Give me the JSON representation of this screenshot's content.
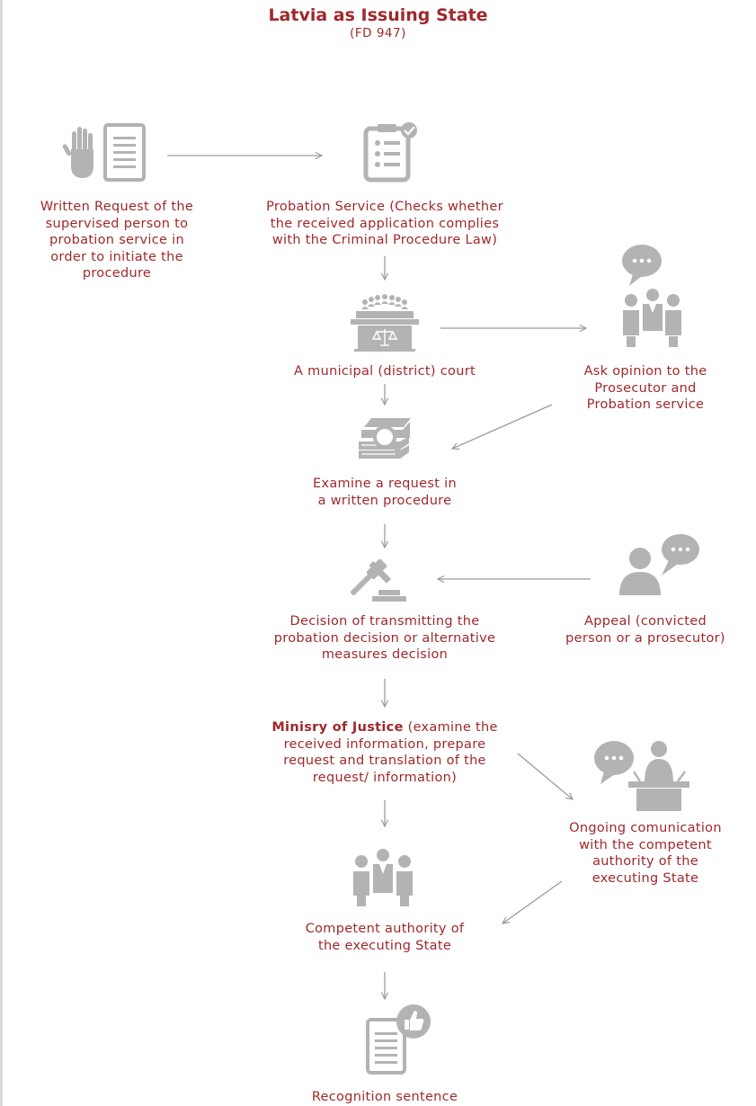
{
  "header": {
    "title": "Latvia as Issuing State",
    "subtitle": "(FD 947)"
  },
  "nodes": {
    "written_request": [
      "Written Request of the",
      "supervised person to",
      "probation service in",
      "order to initiate the",
      "procedure"
    ],
    "probation_service": [
      "Probation Service (Checks whether",
      "the received application complies",
      "with the Criminal Procedure Law)"
    ],
    "municipal_court": [
      "A municipal (district) court"
    ],
    "ask_opinion": [
      "Ask opinion to the",
      "Prosecutor and",
      "Probation service"
    ],
    "examine_request": [
      "Examine a request in",
      "a written procedure"
    ],
    "decision": [
      "Decision of transmitting the",
      "probation decision or alternative",
      "measures decision"
    ],
    "appeal": [
      "Appeal (convicted",
      "person or a prosecutor)"
    ],
    "ministry": {
      "bold": "Minisry of Justice",
      "lines": [
        " (examine the",
        "received information, prepare",
        "request and  translation of the",
        "request/ information)"
      ]
    },
    "ongoing_communication": [
      "Ongoing comunication",
      "with the competent",
      "authority of the",
      "executing State"
    ],
    "competent_authority": [
      "Competent authority of",
      "the executing State"
    ],
    "recognition": [
      "Recognition sentence"
    ]
  },
  "colors": {
    "accent": "#a0282b",
    "icon": "#b3b3b3",
    "arrow": "#9a9a9a"
  },
  "icons": [
    "hand-document-icon",
    "checklist-icon",
    "courtroom-icon",
    "meeting-speech-icon",
    "book-search-icon",
    "gavel-icon",
    "appeal-speech-icon",
    "speaker-podium-icon",
    "team-icon",
    "thumbs-up-document-icon"
  ]
}
